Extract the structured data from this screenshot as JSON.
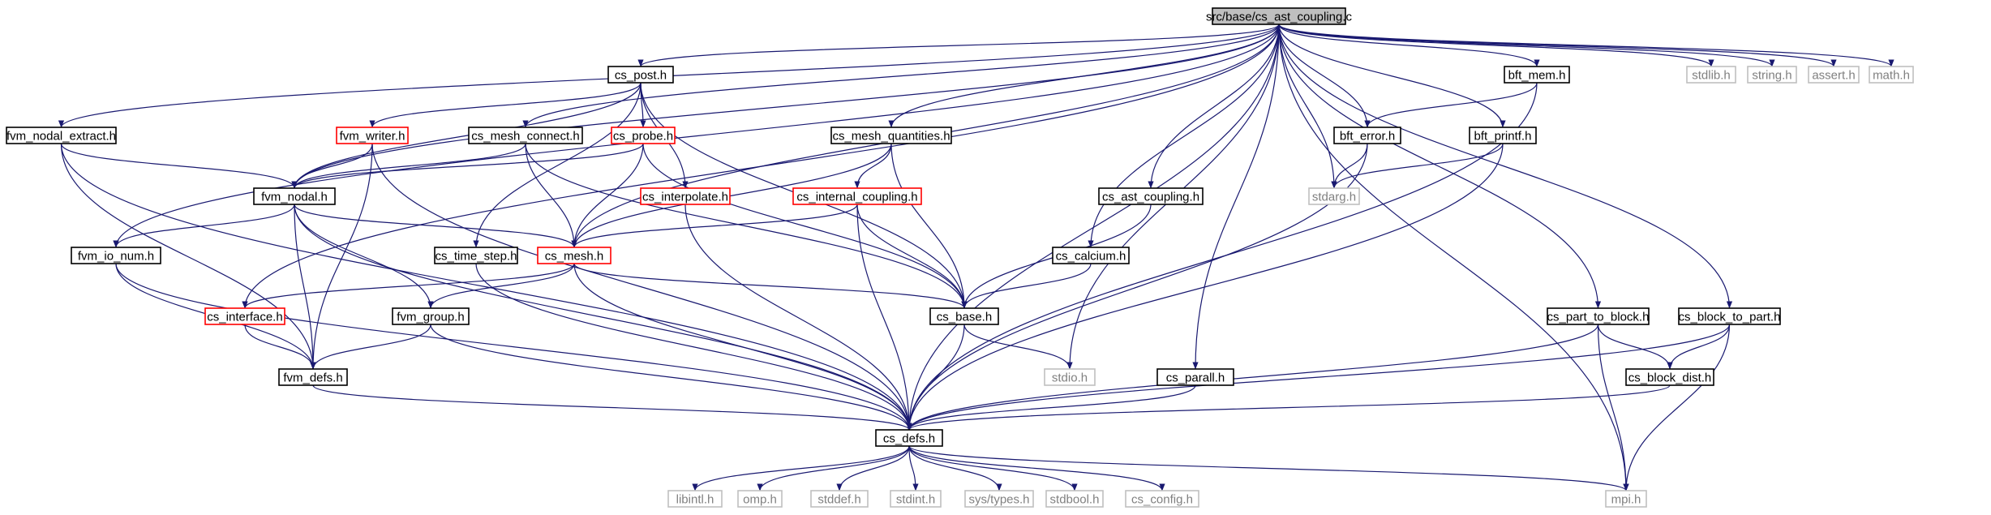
{
  "colors": {
    "edge": "#191970",
    "root_fill": "#bfbfbf",
    "root_border": "#000000",
    "normal_border": "#000000",
    "truncated_border": "#ff0000",
    "system_border": "#bfbfbf",
    "system_text": "#808080",
    "text": "#000000"
  },
  "nodes": [
    {
      "id": "root",
      "label": "src/base/cs_ast_coupling.c",
      "kind": "root"
    },
    {
      "id": "cs_post",
      "label": "cs_post.h",
      "kind": "normal"
    },
    {
      "id": "bft_mem",
      "label": "bft_mem.h",
      "kind": "normal"
    },
    {
      "id": "stdlib",
      "label": "stdlib.h",
      "kind": "system"
    },
    {
      "id": "string",
      "label": "string.h",
      "kind": "system"
    },
    {
      "id": "assert",
      "label": "assert.h",
      "kind": "system"
    },
    {
      "id": "math",
      "label": "math.h",
      "kind": "system"
    },
    {
      "id": "fvm_nodal_extract",
      "label": "fvm_nodal_extract.h",
      "kind": "normal"
    },
    {
      "id": "fvm_writer",
      "label": "fvm_writer.h",
      "kind": "truncated"
    },
    {
      "id": "cs_mesh_connect",
      "label": "cs_mesh_connect.h",
      "kind": "normal"
    },
    {
      "id": "cs_probe",
      "label": "cs_probe.h",
      "kind": "truncated"
    },
    {
      "id": "cs_mesh_quantities",
      "label": "cs_mesh_quantities.h",
      "kind": "normal"
    },
    {
      "id": "bft_error",
      "label": "bft_error.h",
      "kind": "normal"
    },
    {
      "id": "bft_printf",
      "label": "bft_printf.h",
      "kind": "normal"
    },
    {
      "id": "fvm_nodal",
      "label": "fvm_nodal.h",
      "kind": "normal"
    },
    {
      "id": "cs_interpolate",
      "label": "cs_interpolate.h",
      "kind": "truncated"
    },
    {
      "id": "cs_internal_coupling",
      "label": "cs_internal_coupling.h",
      "kind": "truncated"
    },
    {
      "id": "cs_ast_coupling",
      "label": "cs_ast_coupling.h",
      "kind": "normal"
    },
    {
      "id": "stdarg",
      "label": "stdarg.h",
      "kind": "system"
    },
    {
      "id": "fvm_io_num",
      "label": "fvm_io_num.h",
      "kind": "normal"
    },
    {
      "id": "cs_time_step",
      "label": "cs_time_step.h",
      "kind": "normal"
    },
    {
      "id": "cs_mesh",
      "label": "cs_mesh.h",
      "kind": "truncated"
    },
    {
      "id": "cs_calcium",
      "label": "cs_calcium.h",
      "kind": "normal"
    },
    {
      "id": "cs_interface",
      "label": "cs_interface.h",
      "kind": "truncated"
    },
    {
      "id": "fvm_group",
      "label": "fvm_group.h",
      "kind": "normal"
    },
    {
      "id": "cs_base",
      "label": "cs_base.h",
      "kind": "normal"
    },
    {
      "id": "cs_part_to_block",
      "label": "cs_part_to_block.h",
      "kind": "normal"
    },
    {
      "id": "cs_block_to_part",
      "label": "cs_block_to_part.h",
      "kind": "normal"
    },
    {
      "id": "fvm_defs",
      "label": "fvm_defs.h",
      "kind": "normal"
    },
    {
      "id": "stdio",
      "label": "stdio.h",
      "kind": "system"
    },
    {
      "id": "cs_parall",
      "label": "cs_parall.h",
      "kind": "normal"
    },
    {
      "id": "cs_block_dist",
      "label": "cs_block_dist.h",
      "kind": "normal"
    },
    {
      "id": "cs_defs",
      "label": "cs_defs.h",
      "kind": "normal"
    },
    {
      "id": "libintl",
      "label": "libintl.h",
      "kind": "system"
    },
    {
      "id": "omp",
      "label": "omp.h",
      "kind": "system"
    },
    {
      "id": "stddef",
      "label": "stddef.h",
      "kind": "system"
    },
    {
      "id": "stdint",
      "label": "stdint.h",
      "kind": "system"
    },
    {
      "id": "sys_types",
      "label": "sys/types.h",
      "kind": "system"
    },
    {
      "id": "stdbool",
      "label": "stdbool.h",
      "kind": "system"
    },
    {
      "id": "cs_config",
      "label": "cs_config.h",
      "kind": "system"
    },
    {
      "id": "mpi",
      "label": "mpi.h",
      "kind": "system"
    }
  ],
  "edges": [
    [
      "root",
      "cs_post"
    ],
    [
      "root",
      "bft_mem"
    ],
    [
      "root",
      "stdlib"
    ],
    [
      "root",
      "string"
    ],
    [
      "root",
      "assert"
    ],
    [
      "root",
      "math"
    ],
    [
      "root",
      "fvm_nodal_extract"
    ],
    [
      "root",
      "cs_mesh_connect"
    ],
    [
      "root",
      "cs_mesh_quantities"
    ],
    [
      "root",
      "bft_error"
    ],
    [
      "root",
      "bft_printf"
    ],
    [
      "root",
      "fvm_nodal"
    ],
    [
      "root",
      "cs_ast_coupling"
    ],
    [
      "root",
      "stdarg"
    ],
    [
      "root",
      "fvm_io_num"
    ],
    [
      "root",
      "cs_mesh"
    ],
    [
      "root",
      "cs_calcium"
    ],
    [
      "root",
      "cs_interface"
    ],
    [
      "root",
      "cs_part_to_block"
    ],
    [
      "root",
      "cs_block_to_part"
    ],
    [
      "root",
      "stdio"
    ],
    [
      "root",
      "cs_parall"
    ],
    [
      "root",
      "cs_defs"
    ],
    [
      "root",
      "mpi"
    ],
    [
      "cs_post",
      "fvm_writer"
    ],
    [
      "cs_post",
      "cs_probe"
    ],
    [
      "cs_post",
      "fvm_nodal"
    ],
    [
      "cs_post",
      "cs_interpolate"
    ],
    [
      "cs_post",
      "cs_time_step"
    ],
    [
      "cs_post",
      "cs_base"
    ],
    [
      "bft_mem",
      "bft_error"
    ],
    [
      "bft_mem",
      "cs_defs"
    ],
    [
      "fvm_nodal_extract",
      "fvm_nodal"
    ],
    [
      "fvm_nodal_extract",
      "fvm_defs"
    ],
    [
      "fvm_nodal_extract",
      "cs_defs"
    ],
    [
      "fvm_writer",
      "fvm_nodal"
    ],
    [
      "fvm_writer",
      "fvm_defs"
    ],
    [
      "fvm_writer",
      "cs_defs"
    ],
    [
      "cs_mesh_connect",
      "fvm_nodal"
    ],
    [
      "cs_mesh_connect",
      "cs_mesh"
    ],
    [
      "cs_mesh_connect",
      "cs_base"
    ],
    [
      "cs_probe",
      "fvm_nodal"
    ],
    [
      "cs_probe",
      "cs_mesh"
    ],
    [
      "cs_probe",
      "cs_base"
    ],
    [
      "cs_mesh_quantities",
      "cs_mesh"
    ],
    [
      "cs_mesh_quantities",
      "cs_internal_coupling"
    ],
    [
      "cs_mesh_quantities",
      "cs_base"
    ],
    [
      "bft_error",
      "stdarg"
    ],
    [
      "bft_error",
      "cs_defs"
    ],
    [
      "bft_printf",
      "stdarg"
    ],
    [
      "bft_printf",
      "cs_defs"
    ],
    [
      "fvm_nodal",
      "fvm_io_num"
    ],
    [
      "fvm_nodal",
      "cs_mesh"
    ],
    [
      "fvm_nodal",
      "fvm_group"
    ],
    [
      "fvm_nodal",
      "fvm_defs"
    ],
    [
      "fvm_nodal",
      "cs_defs"
    ],
    [
      "cs_interpolate",
      "cs_defs"
    ],
    [
      "cs_internal_coupling",
      "cs_mesh"
    ],
    [
      "cs_internal_coupling",
      "cs_base"
    ],
    [
      "cs_internal_coupling",
      "cs_defs"
    ],
    [
      "cs_ast_coupling",
      "cs_base"
    ],
    [
      "fvm_io_num",
      "fvm_defs"
    ],
    [
      "fvm_io_num",
      "cs_defs"
    ],
    [
      "cs_time_step",
      "cs_defs"
    ],
    [
      "cs_mesh",
      "cs_interface"
    ],
    [
      "cs_mesh",
      "fvm_group"
    ],
    [
      "cs_mesh",
      "cs_base"
    ],
    [
      "cs_mesh",
      "cs_defs"
    ],
    [
      "cs_calcium",
      "cs_base"
    ],
    [
      "cs_interface",
      "fvm_defs"
    ],
    [
      "fvm_group",
      "fvm_defs"
    ],
    [
      "fvm_group",
      "cs_defs"
    ],
    [
      "cs_base",
      "stdio"
    ],
    [
      "cs_base",
      "cs_defs"
    ],
    [
      "cs_part_to_block",
      "cs_block_dist"
    ],
    [
      "cs_part_to_block",
      "cs_defs"
    ],
    [
      "cs_part_to_block",
      "mpi"
    ],
    [
      "cs_block_to_part",
      "cs_block_dist"
    ],
    [
      "cs_block_to_part",
      "cs_defs"
    ],
    [
      "cs_block_to_part",
      "mpi"
    ],
    [
      "fvm_defs",
      "cs_defs"
    ],
    [
      "cs_parall",
      "cs_defs"
    ],
    [
      "cs_block_dist",
      "cs_defs"
    ],
    [
      "cs_defs",
      "libintl"
    ],
    [
      "cs_defs",
      "omp"
    ],
    [
      "cs_defs",
      "stddef"
    ],
    [
      "cs_defs",
      "stdint"
    ],
    [
      "cs_defs",
      "sys_types"
    ],
    [
      "cs_defs",
      "stdbool"
    ],
    [
      "cs_defs",
      "cs_config"
    ],
    [
      "cs_defs",
      "mpi"
    ]
  ]
}
